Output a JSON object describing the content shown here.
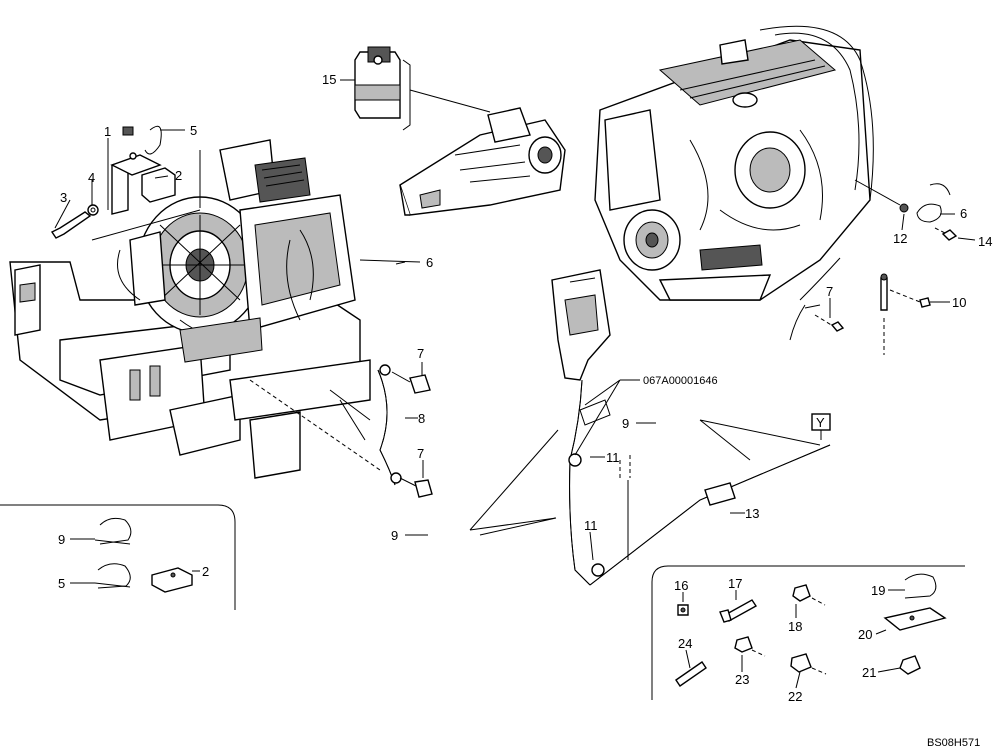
{
  "callouts": {
    "c1": "1",
    "c2a": "2",
    "c3": "3",
    "c4": "4",
    "c5a": "5",
    "c6a": "6",
    "c15": "15",
    "c6b": "6",
    "c12": "12",
    "c14": "14",
    "c7a": "7",
    "c10": "10",
    "c7b": "7",
    "c8": "8",
    "c7c": "7",
    "c9a": "9",
    "c11a": "11",
    "c13": "13",
    "c11b": "11",
    "c9b": "9",
    "c9c": "9",
    "c5b": "5",
    "c2b": "2",
    "c16": "16",
    "c17": "17",
    "c18": "18",
    "c19": "19",
    "c20": "20",
    "c21": "21",
    "c22": "22",
    "c23": "23",
    "c24": "24"
  },
  "harness_code": "067A00001646",
  "connector_y": "Y",
  "drawing_number": "BS08H571"
}
